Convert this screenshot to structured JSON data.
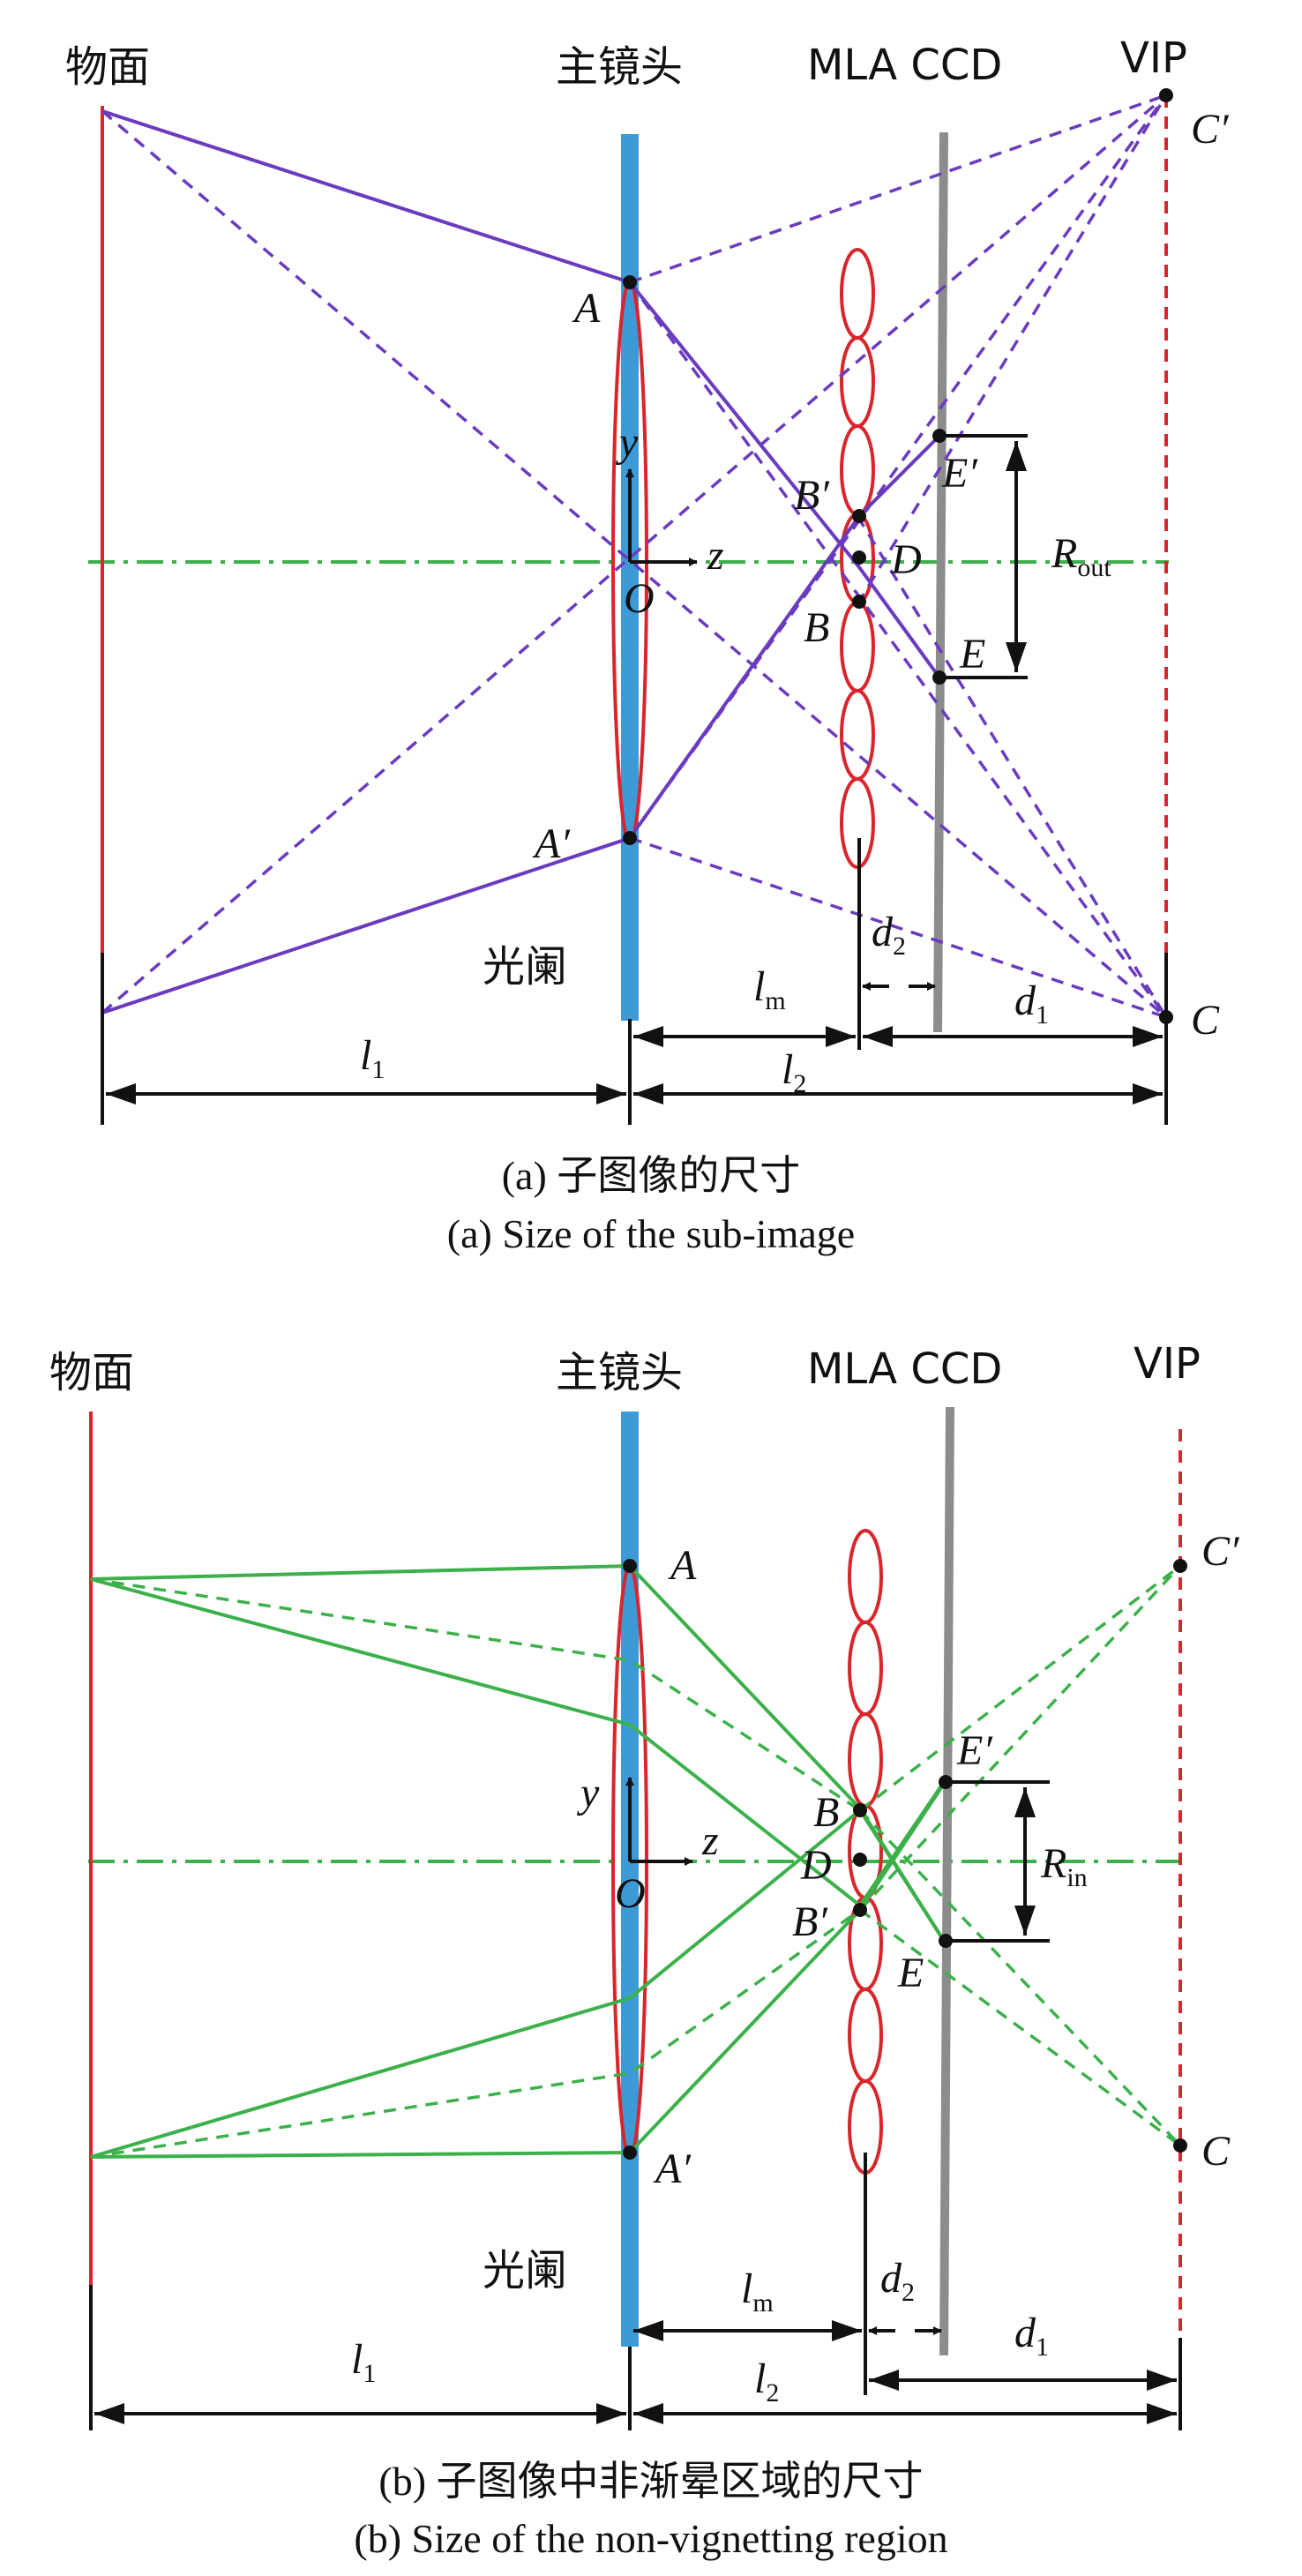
{
  "panel_a": {
    "object_plane": "物面",
    "main_lens": "主镜头",
    "mla_ccd": "MLA CCD",
    "vip": "VIP",
    "aperture": "光阑",
    "caption_cn": "(a) 子图像的尺寸",
    "caption_en": "(a) Size of the sub-image",
    "points": {
      "A": "A",
      "A_prime": "A′",
      "B": "B",
      "B_prime": "B′",
      "C": "C",
      "C_prime": "C′",
      "D": "D",
      "E": "E",
      "E_prime": "E′",
      "O": "O"
    },
    "axes": {
      "y": "y",
      "z": "z"
    },
    "dims": {
      "l1": "l",
      "l1_sub": "1",
      "l2": "l",
      "l2_sub": "2",
      "lm": "l",
      "lm_sub": "m",
      "d1": "d",
      "d1_sub": "1",
      "d2": "d",
      "d2_sub": "2",
      "R": "R",
      "R_sub": "out"
    },
    "colors": {
      "rays": "#6a3bbf"
    }
  },
  "panel_b": {
    "object_plane": "物面",
    "main_lens": "主镜头",
    "mla_ccd": "MLA CCD",
    "vip": "VIP",
    "aperture": "光阑",
    "caption_cn": "(b) 子图像中非渐晕区域的尺寸",
    "caption_en": "(b) Size of the non-vignetting region",
    "points": {
      "A": "A",
      "A_prime": "A′",
      "B": "B",
      "B_prime": "B′",
      "C": "C",
      "C_prime": "C′",
      "D": "D",
      "E": "E",
      "E_prime": "E′",
      "O": "O"
    },
    "axes": {
      "y": "y",
      "z": "z"
    },
    "dims": {
      "l1": "l",
      "l1_sub": "1",
      "l2": "l",
      "l2_sub": "2",
      "lm": "l",
      "lm_sub": "m",
      "d1": "d",
      "d1_sub": "1",
      "d2": "d",
      "d2_sub": "2",
      "R": "R",
      "R_sub": "in"
    },
    "colors": {
      "rays": "#3cb04a"
    }
  },
  "colors": {
    "object_plane": "#d9262c",
    "lens": "#d9262c",
    "lens_bar": "#3d9ad6",
    "ccd": "#8c8c8c",
    "optical_axis": "#3cb04a",
    "vip_line": "#d9262c"
  }
}
